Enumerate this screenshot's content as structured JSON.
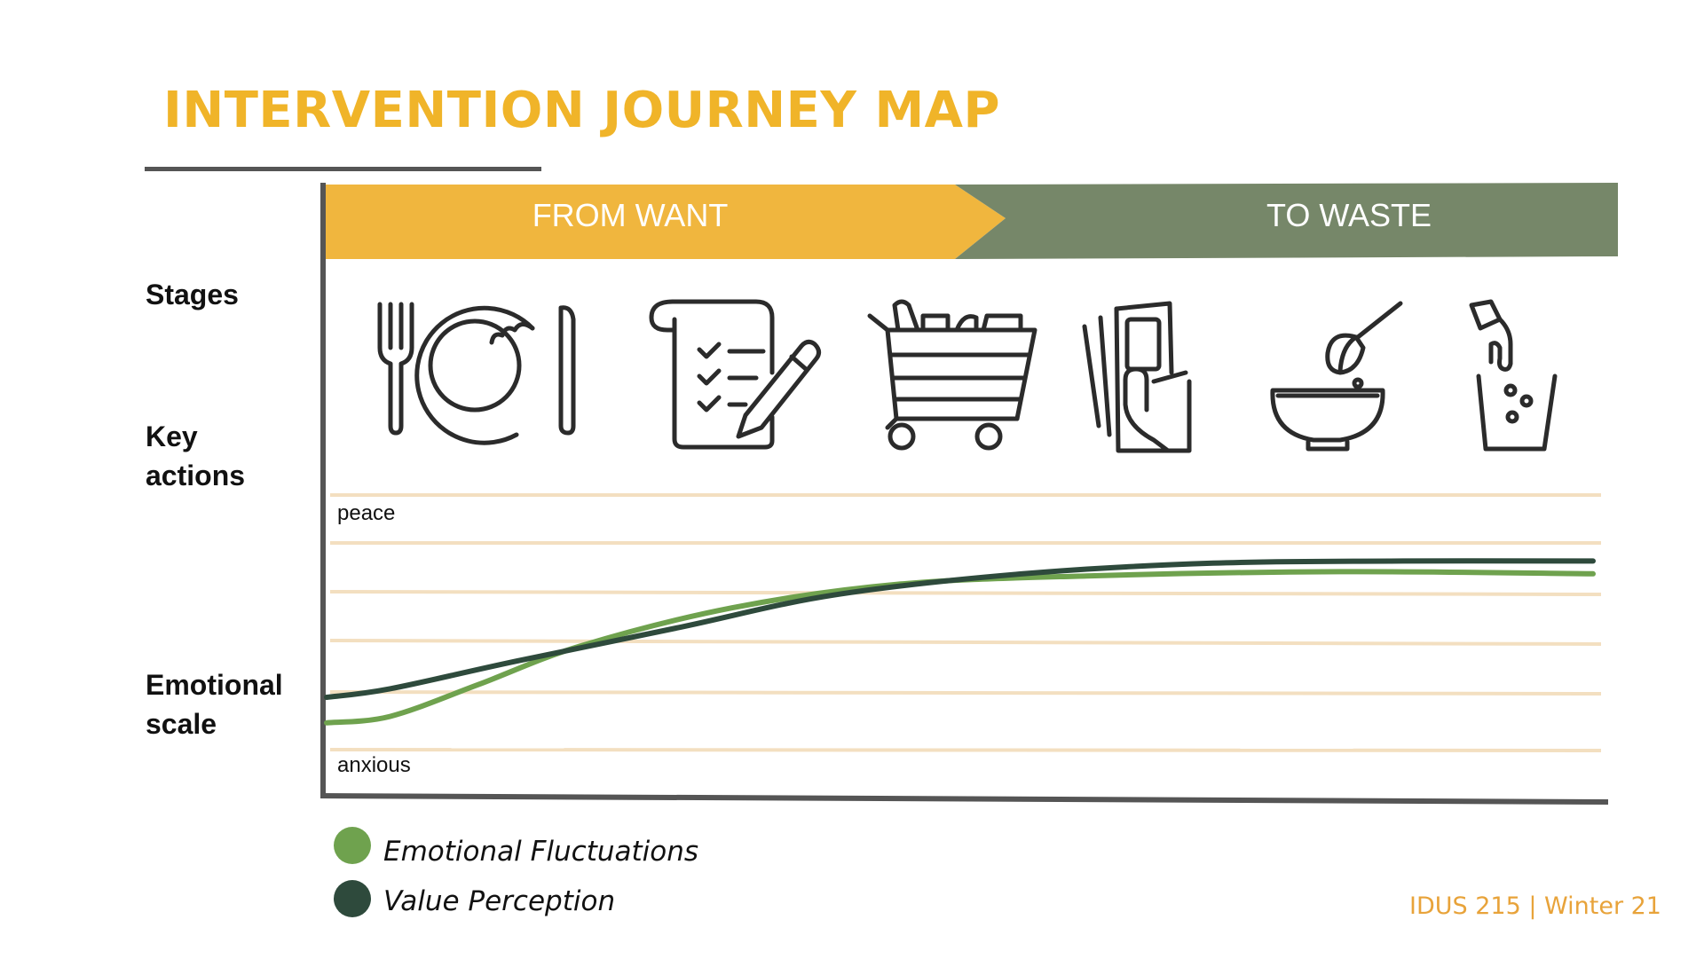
{
  "title": "INTERVENTION JOURNEY MAP",
  "rows": {
    "stages": "Stages",
    "key_actions": "Key\nactions",
    "emotional_scale": "Emotional\nscale"
  },
  "banner": {
    "from": "FROM WANT",
    "to": "TO WASTE",
    "from_color": "#F0B63E",
    "to_color": "#768769"
  },
  "actions": [
    "fork-plate-knife-icon",
    "checklist-pencil-icon",
    "shopping-cart-icon",
    "hand-cash-icon",
    "bowl-whisk-icon",
    "pouring-glass-icon"
  ],
  "scale": {
    "top": "peace",
    "bottom": "anxious"
  },
  "chart_data": {
    "type": "line",
    "ylim": [
      0,
      6
    ],
    "series": [
      {
        "name": "Emotional Fluctuations",
        "color": "#6FA24E",
        "points": [
          [
            0,
            0.65
          ],
          [
            0.05,
            0.8
          ],
          [
            0.12,
            1.55
          ],
          [
            0.2,
            2.45
          ],
          [
            0.32,
            3.35
          ],
          [
            0.45,
            3.9
          ],
          [
            0.6,
            4.1
          ],
          [
            0.8,
            4.2
          ],
          [
            1,
            4.15
          ]
        ]
      },
      {
        "name": "Value Perception",
        "color": "#2E4A3C",
        "points": [
          [
            0,
            1.25
          ],
          [
            0.05,
            1.45
          ],
          [
            0.15,
            2.1
          ],
          [
            0.28,
            2.9
          ],
          [
            0.4,
            3.65
          ],
          [
            0.55,
            4.15
          ],
          [
            0.7,
            4.4
          ],
          [
            0.85,
            4.45
          ],
          [
            1,
            4.45
          ]
        ]
      }
    ]
  },
  "legend": [
    {
      "label": "Emotional Fluctuations",
      "color": "#6FA24E"
    },
    {
      "label": "Value Perception",
      "color": "#2E4A3C"
    }
  ],
  "footer": "IDUS 215 | Winter 21"
}
